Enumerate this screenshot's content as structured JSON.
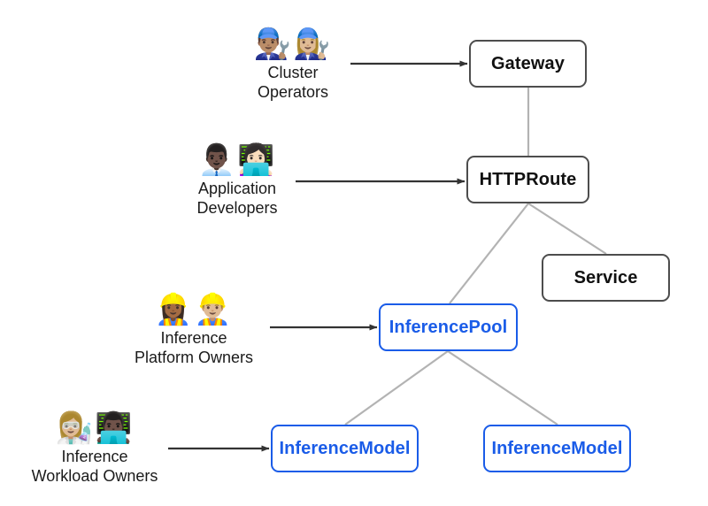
{
  "diagram": {
    "title": "Gateway API Inference Extension resource model",
    "background_color": "#ffffff",
    "colors": {
      "core_border": "#4d4d4d",
      "core_text": "#111111",
      "inference_border": "#1a5ce8",
      "inference_text": "#1a5ce8",
      "edge_line": "#b3b3b3",
      "arrow": "#333333",
      "persona_text": "#1a1a1a"
    }
  },
  "nodes": [
    {
      "id": "gateway",
      "label": "Gateway",
      "kind": "core"
    },
    {
      "id": "httproute",
      "label": "HTTPRoute",
      "kind": "core"
    },
    {
      "id": "service",
      "label": "Service",
      "kind": "core"
    },
    {
      "id": "inferencepool",
      "label": "InferencePool",
      "kind": "inference"
    },
    {
      "id": "inferencemodel-1",
      "label": "InferenceModel",
      "kind": "inference"
    },
    {
      "id": "inferencemodel-2",
      "label": "InferenceModel",
      "kind": "inference"
    }
  ],
  "personas": [
    {
      "id": "cluster-operators",
      "emojis": "👨🏽‍🔧👩🏼‍🔧",
      "emoji_names": [
        "man-mechanic-icon",
        "woman-mechanic-icon"
      ],
      "label": "Cluster\nOperators",
      "targets": "gateway"
    },
    {
      "id": "app-developers",
      "emojis": "👨🏿‍💼👩🏻‍💻",
      "emoji_names": [
        "man-office-worker-icon",
        "woman-technologist-icon"
      ],
      "label": "Application\nDevelopers",
      "targets": "httproute"
    },
    {
      "id": "platform-owners",
      "emojis": "👷🏾‍♀️👷🏼‍♂️",
      "emoji_names": [
        "woman-construction-worker-icon",
        "man-construction-worker-icon"
      ],
      "label": "Inference\nPlatform Owners",
      "targets": "inferencepool"
    },
    {
      "id": "workload-owners",
      "emojis": "👩🏼‍🔬👨🏿‍💻",
      "emoji_names": [
        "woman-scientist-icon",
        "man-technologist-icon"
      ],
      "label": "Inference\nWorkload Owners",
      "targets": "inferencemodel-1"
    }
  ],
  "edges": [
    {
      "id": "gateway-httproute",
      "from": "gateway",
      "to": "httproute",
      "style": "line"
    },
    {
      "id": "httproute-inferencepool",
      "from": "httproute",
      "to": "inferencepool",
      "style": "line"
    },
    {
      "id": "httproute-service",
      "from": "httproute",
      "to": "service",
      "style": "line"
    },
    {
      "id": "inferencepool-model-1",
      "from": "inferencepool",
      "to": "inferencemodel-1",
      "style": "line"
    },
    {
      "id": "inferencepool-model-2",
      "from": "inferencepool",
      "to": "inferencemodel-2",
      "style": "line"
    }
  ],
  "arrows": [
    {
      "id": "arrow-cluster-operators",
      "from": "cluster-operators",
      "to": "gateway"
    },
    {
      "id": "arrow-app-developers",
      "from": "app-developers",
      "to": "httproute"
    },
    {
      "id": "arrow-platform-owners",
      "from": "platform-owners",
      "to": "inferencepool"
    },
    {
      "id": "arrow-workload-owners",
      "from": "workload-owners",
      "to": "inferencemodel-1"
    }
  ]
}
